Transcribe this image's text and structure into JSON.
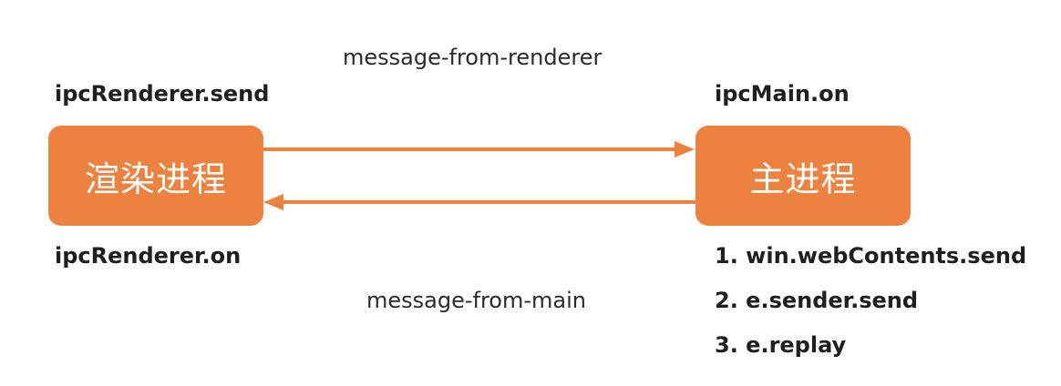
{
  "colors": {
    "node_fill": "#EC8140",
    "arrow": "#EC8140",
    "text": "#1f1f1f"
  },
  "edges": {
    "to_main_label": "message-from-renderer",
    "to_renderer_label": "message-from-main"
  },
  "renderer": {
    "title": "渲染进程",
    "send_api": "ipcRenderer.send",
    "on_api": "ipcRenderer.on"
  },
  "main": {
    "title": "主进程",
    "on_api": "ipcMain.on",
    "send_methods": [
      "1. win.webContents.send",
      "2. e.sender.send",
      "3. e.replay"
    ]
  }
}
